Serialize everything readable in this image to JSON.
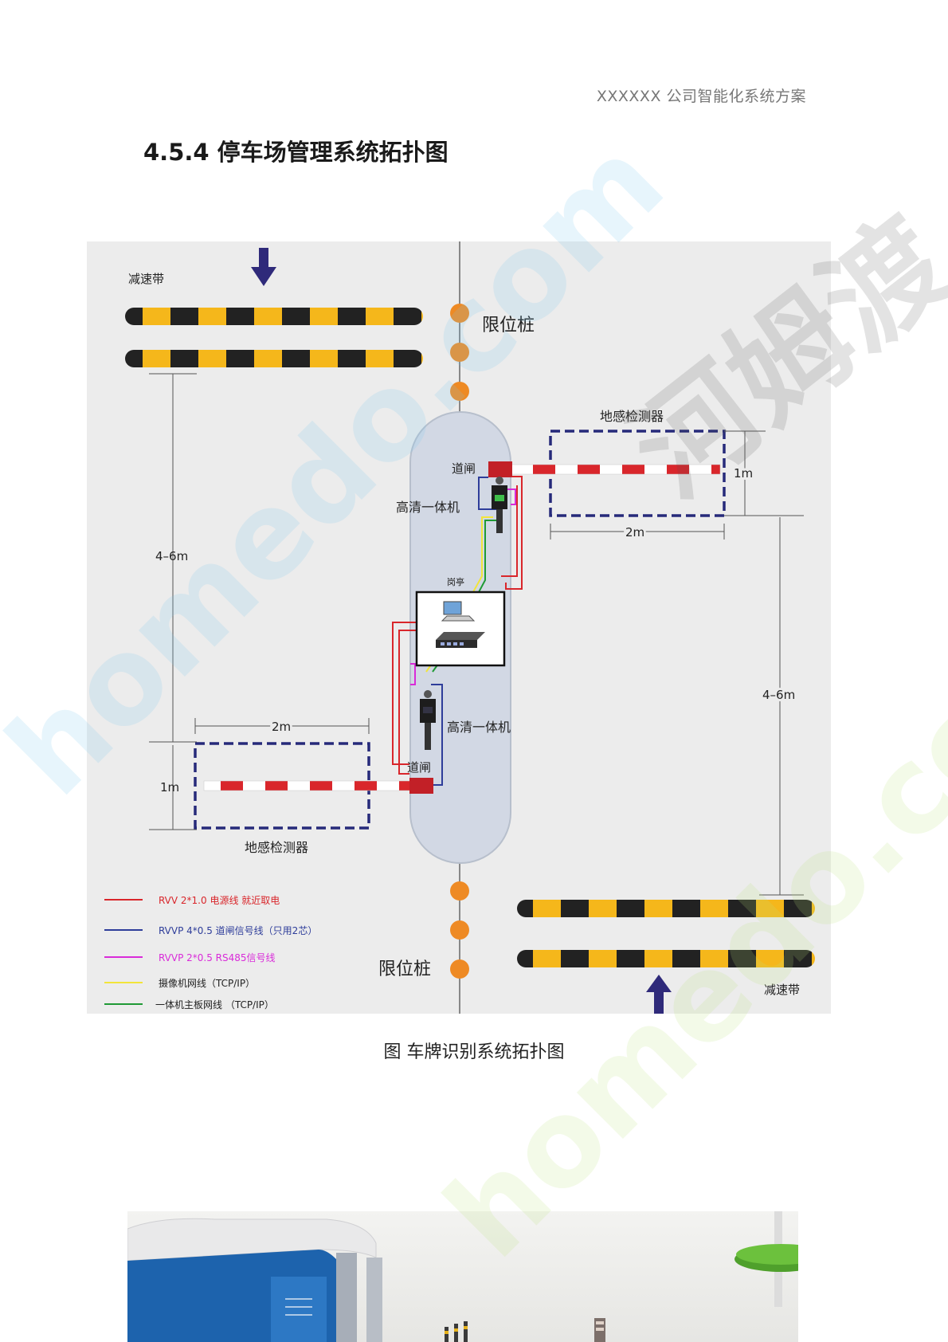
{
  "header": {
    "company_plan": "XXXXXX 公司智能化系统方案"
  },
  "section": {
    "title": "4.5.4 停车场管理系统拓扑图"
  },
  "diagram": {
    "speed_bump_label": "减速带",
    "bollard_label": "限位桩",
    "loop_detector_label": "地感检测器",
    "gate_label": "道闸",
    "camera_label": "高清一体机",
    "booth_label": "岗亭",
    "dim_4_6m": "4–6m",
    "dim_1m": "1m",
    "dim_2m": "2m",
    "legend": [
      {
        "label": "RVV 2*1.0 电源线  就近取电",
        "color": "#d9262b"
      },
      {
        "label": "RVVP 4*0.5 道闸信号线（只用2芯）",
        "color": "#2e3d9a"
      },
      {
        "label": "RVVP 2*0.5  RS485信号线",
        "color": "#d92bd9"
      },
      {
        "label": "摄像机网线（TCP/IP）",
        "color": "#f2e53a"
      },
      {
        "label": "一体机主板网线  （TCP/IP）",
        "color": "#1f9a35"
      }
    ]
  },
  "caption": "图   车牌识别系统拓扑图",
  "watermark": {
    "text_latin": "homedo.com",
    "text_cjk": "河姆渡"
  },
  "colors": {
    "bump_yellow": "#f5b71b",
    "bump_black": "#222222",
    "bollard": "#ee8a24",
    "arrow": "#2f2a7a",
    "island": "#d2d8e4",
    "detector": "#262a7a",
    "boom_red": "#d9262b"
  }
}
